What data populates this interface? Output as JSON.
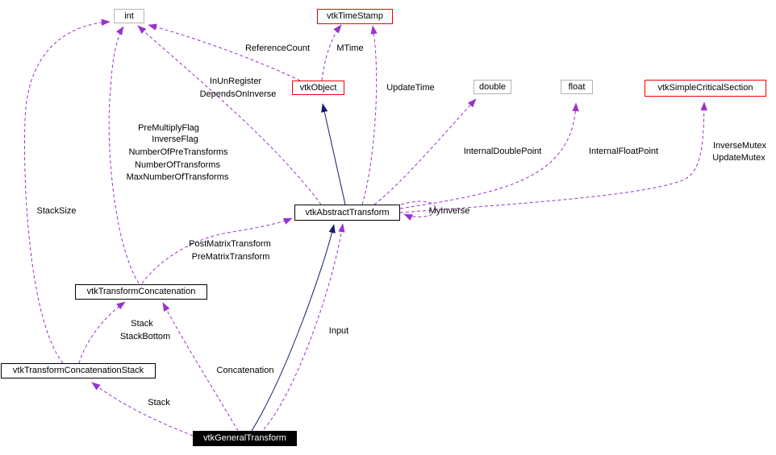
{
  "diagram": {
    "kind": "class-collaboration-diagram",
    "colors": {
      "usage_edge": "#9a32cd",
      "inheritance_edge": "#191970",
      "external_node_border": "#ee0000",
      "basic_type_border": "#b4b4b4",
      "node_border": "#000000",
      "current_node_bg": "#000000",
      "current_node_text": "#ffffff",
      "background": "#ffffff"
    },
    "nodes": {
      "int": {
        "label": "int"
      },
      "vtkTimeStamp": {
        "label": "vtkTimeStamp"
      },
      "vtkObject": {
        "label": "vtkObject"
      },
      "double": {
        "label": "double"
      },
      "float": {
        "label": "float"
      },
      "vtkSimpleCriticalSection": {
        "label": "vtkSimpleCriticalSection"
      },
      "vtkAbstractTransform": {
        "label": "vtkAbstractTransform"
      },
      "vtkTransformConcatenation": {
        "label": "vtkTransformConcatenation"
      },
      "vtkTransformConcatenationStack": {
        "label": "vtkTransformConcatenationStack"
      },
      "vtkGeneralTransform": {
        "label": "vtkGeneralTransform"
      }
    },
    "edge_labels": {
      "reference_count": "ReferenceCount",
      "mtime": "MTime",
      "in_unregister": "InUnRegister",
      "depends_on_inverse": "DependsOnInverse",
      "update_time": "UpdateTime",
      "pre_multiply_flag": "PreMultiplyFlag",
      "inverse_flag": "InverseFlag",
      "number_of_pre_transforms": "NumberOfPreTransforms",
      "number_of_transforms": "NumberOfTransforms",
      "max_number_of_transforms": "MaxNumberOfTransforms",
      "internal_double_point": "InternalDoublePoint",
      "internal_float_point": "InternalFloatPoint",
      "inverse_mutex": "InverseMutex",
      "update_mutex": "UpdateMutex",
      "stack_size": "StackSize",
      "my_inverse": "MyInverse",
      "post_matrix_transform": "PostMatrixTransform",
      "pre_matrix_transform": "PreMatrixTransform",
      "stack_upper": "Stack",
      "stack_bottom": "StackBottom",
      "concatenation": "Concatenation",
      "stack_lower": "Stack",
      "input": "Input"
    },
    "edges": [
      {
        "from": "vtkGeneralTransform",
        "to": "vtkAbstractTransform",
        "type": "inheritance"
      },
      {
        "from": "vtkAbstractTransform",
        "to": "vtkObject",
        "type": "inheritance"
      },
      {
        "from": "vtkObject",
        "to": "int",
        "type": "usage",
        "label": "ReferenceCount"
      },
      {
        "from": "vtkObject",
        "to": "vtkTimeStamp",
        "type": "usage",
        "label": "MTime"
      },
      {
        "from": "vtkAbstractTransform",
        "to": "vtkTimeStamp",
        "type": "usage",
        "label": "UpdateTime"
      },
      {
        "from": "vtkAbstractTransform",
        "to": "int",
        "type": "usage",
        "label": "InUnRegister DependsOnInverse"
      },
      {
        "from": "vtkAbstractTransform",
        "to": "double",
        "type": "usage",
        "label": "InternalDoublePoint"
      },
      {
        "from": "vtkAbstractTransform",
        "to": "float",
        "type": "usage",
        "label": "InternalFloatPoint"
      },
      {
        "from": "vtkAbstractTransform",
        "to": "vtkSimpleCriticalSection",
        "type": "usage",
        "label": "InverseMutex UpdateMutex"
      },
      {
        "from": "vtkAbstractTransform",
        "to": "vtkAbstractTransform",
        "type": "usage",
        "label": "MyInverse"
      },
      {
        "from": "vtkTransformConcatenation",
        "to": "int",
        "type": "usage",
        "label": "PreMultiplyFlag InverseFlag NumberOfPreTransforms NumberOfTransforms MaxNumberOfTransforms"
      },
      {
        "from": "vtkTransformConcatenation",
        "to": "vtkAbstractTransform",
        "type": "usage",
        "label": "PostMatrixTransform PreMatrixTransform"
      },
      {
        "from": "vtkTransformConcatenationStack",
        "to": "vtkTransformConcatenation",
        "type": "usage",
        "label": "Stack StackBottom"
      },
      {
        "from": "vtkTransformConcatenationStack",
        "to": "int",
        "type": "usage",
        "label": "StackSize"
      },
      {
        "from": "vtkGeneralTransform",
        "to": "vtkTransformConcatenation",
        "type": "usage",
        "label": "Concatenation"
      },
      {
        "from": "vtkGeneralTransform",
        "to": "vtkTransformConcatenationStack",
        "type": "usage",
        "label": "Stack"
      },
      {
        "from": "vtkGeneralTransform",
        "to": "vtkAbstractTransform",
        "type": "usage",
        "label": "Input"
      }
    ]
  }
}
